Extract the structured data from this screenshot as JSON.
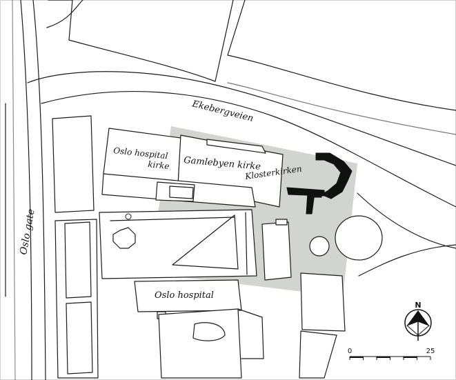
{
  "labels": {
    "street_ekeberg": "Ekebergveien",
    "street_oslo_gate": "Oslo gate",
    "church_hospital": "Oslo hospital",
    "church_hospital_2": "kirke",
    "church_gamlebyen": "Gamlebyen kirke",
    "church_kloster": "Klosterkirken",
    "building_hospital": "Oslo hospital"
  },
  "north_arrow": {
    "label": "N",
    "icon": "north-arrow-icon"
  },
  "scale_bar": {
    "start_label": "0",
    "end_label": "25",
    "segments": 6
  },
  "colors": {
    "overlay": "#c9cdc9",
    "line": "#1a1a1a",
    "ruin": "#111111",
    "background": "#ffffff"
  }
}
